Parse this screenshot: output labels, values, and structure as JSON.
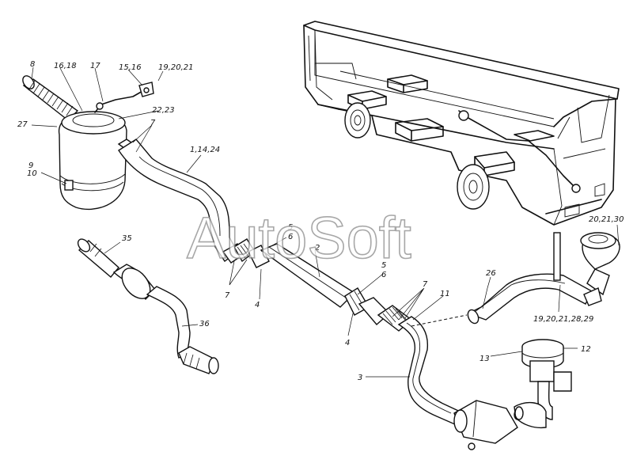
{
  "watermark": "AutoSoft",
  "labels": {
    "l8": "8",
    "l16_18": "16,18",
    "l17": "17",
    "l15_16": "15,16",
    "l19_20_21": "19,20,21",
    "l22_23": "22,23",
    "l7_top": "7",
    "l27": "27",
    "l9": "9",
    "l10": "10",
    "l1_14_24": "1,14,24",
    "l35": "35",
    "l36": "36",
    "l5_a": "5",
    "l6_a": "6",
    "l2": "2",
    "l7_mid": "7",
    "l4_a": "4",
    "l5_b": "5",
    "l6_b": "6",
    "l7_right": "7",
    "l11": "11",
    "l4_b": "4",
    "l3": "3",
    "l26": "26",
    "l19_20_21_28_29": "19,20,21,28,29",
    "l20_21_30": "20,21,30",
    "l13": "13",
    "l12": "12"
  }
}
